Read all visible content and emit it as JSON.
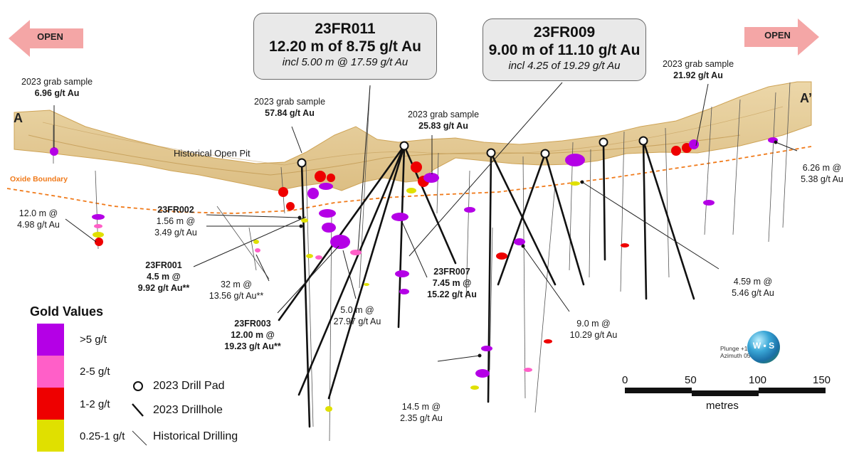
{
  "arrows": {
    "left": "OPEN",
    "right": "OPEN"
  },
  "section": {
    "start": "A",
    "end": "A’"
  },
  "callouts": [
    {
      "hole": "23FR011",
      "main": "12.20 m of 8.75 g/t Au",
      "incl": "incl 5.00 m @ 17.59 g/t Au"
    },
    {
      "hole": "23FR009",
      "main": "9.00 m of 11.10 g/t Au",
      "incl": "incl 4.25 of 19.29 g/t Au"
    }
  ],
  "grab_samples": [
    {
      "label": "2023 grab sample",
      "value": "6.96 g/t Au"
    },
    {
      "label": "2023 grab sample",
      "value": "57.84 g/t Au"
    },
    {
      "label": "2023 grab sample",
      "value": "25.83 g/t Au"
    },
    {
      "label": "2023 grab sample",
      "value": "21.92 g/t Au"
    }
  ],
  "features": {
    "open_pit": "Historical Open Pit",
    "oxide": "Oxide Boundary"
  },
  "intercepts": [
    {
      "l1": "12.0 m @",
      "l2": "4.98 g/t Au"
    },
    {
      "hole": "23FR002",
      "l1": "1.56 m @",
      "l2": "3.49 g/t Au"
    },
    {
      "hole": "23FR001",
      "l1": "4.5 m @",
      "l2": "9.92 g/t Au**"
    },
    {
      "l1": "32 m @",
      "l2": "13.56 g/t Au**"
    },
    {
      "hole": "23FR003",
      "l1": "12.00 m @",
      "l2": "19.23 g/t Au**"
    },
    {
      "l1": "5.0 m @",
      "l2": "27.97 g/t Au"
    },
    {
      "hole": "23FR007",
      "l1": "7.45 m @",
      "l2": "15.22 g/t Au"
    },
    {
      "l1": "14.5 m @",
      "l2": "2.35 g/t Au"
    },
    {
      "l1": "9.0 m @",
      "l2": "10.29 g/t Au"
    },
    {
      "l1": "4.59 m @",
      "l2": "5.46 g/t Au"
    },
    {
      "l1": "6.26 m @",
      "l2": "5.38 g/t Au"
    }
  ],
  "legend": {
    "title": "Gold Values",
    "items": [
      {
        "label": ">5 g/t",
        "color": "#b400e6"
      },
      {
        "label": "2-5 g/t",
        "color": "#ff5fc8"
      },
      {
        "label": "1-2 g/t",
        "color": "#ee0000"
      },
      {
        "label": "0.25-1 g/t",
        "color": "#e0e000"
      }
    ],
    "symbols": {
      "pad": "2023 Drill Pad",
      "hole": "2023 Drillhole",
      "hist": "Historical Drilling"
    }
  },
  "scale": {
    "ticks": [
      "0",
      "50",
      "100",
      "150"
    ],
    "unit": "metres"
  },
  "orientation": {
    "plunge": "Plunge +15",
    "azimuth": "Azimuth 057",
    "compass": "W • S"
  },
  "colors": {
    "terrain": "#e6c88a",
    "oxide": "#f07a1a",
    "arrow": "#f4a6a6"
  }
}
